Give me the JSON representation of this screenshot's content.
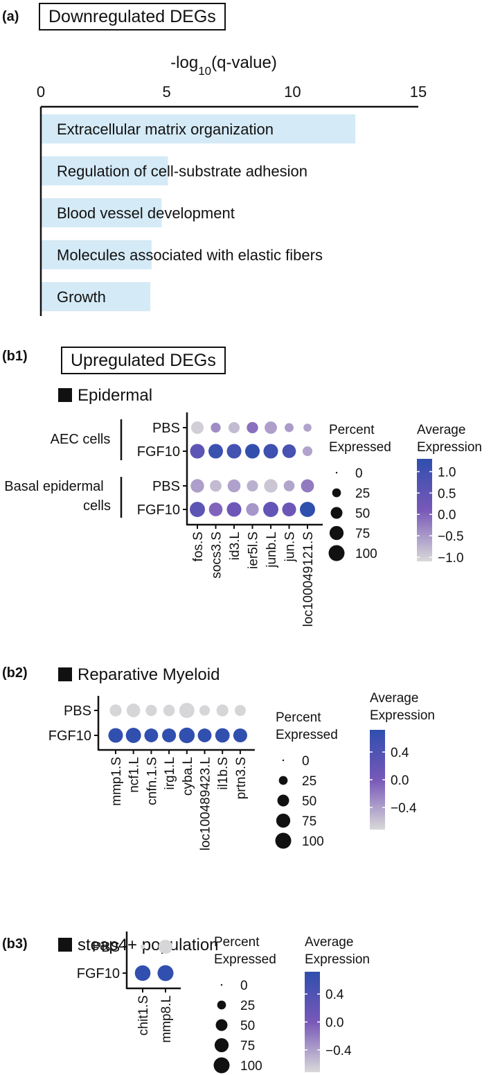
{
  "panel_a": {
    "letter": "(a)",
    "box_title": "Downregulated DEGs",
    "chart_data": {
      "type": "bar",
      "orientation": "horizontal",
      "title": "",
      "xlabel": "-log10(q-value)",
      "xlim": [
        0,
        15
      ],
      "xticks": [
        0,
        5,
        10,
        15
      ],
      "categories": [
        "Extracellular matrix organization",
        "Regulation of cell-substrate adhesion",
        "Blood vessel development",
        "Molecules associated with elastic fibers",
        "Growth"
      ],
      "values": [
        12.5,
        5.05,
        4.8,
        4.4,
        4.35
      ],
      "bar_color": "#d4eaf6"
    }
  },
  "panel_b1": {
    "letter": "(b1)",
    "box_title": "Upregulated DEGs",
    "subtitle": "Epidermal",
    "group_labels": [
      {
        "label": [
          "AEC cells"
        ]
      },
      {
        "label": [
          "Basal epidermal",
          "cells"
        ]
      }
    ],
    "chart_data": {
      "type": "dot",
      "genes": [
        "fos.S",
        "socs3.S",
        "id3.L",
        "ier5l.S",
        "junb.L",
        "jun.S",
        "loc100049121.S"
      ],
      "rows": [
        {
          "group": "AEC cells",
          "condition": "PBS",
          "pct": [
            58,
            33,
            44,
            46,
            56,
            26,
            20
          ],
          "avg_exp": [
            -1.0,
            -0.38,
            -0.82,
            -0.12,
            -0.55,
            -0.52,
            -0.6
          ]
        },
        {
          "group": "AEC cells",
          "condition": "FGF10",
          "pct": [
            82,
            82,
            82,
            82,
            82,
            70,
            32
          ],
          "avg_exp": [
            0.55,
            1.1,
            0.95,
            1.25,
            1.05,
            0.9,
            -0.6
          ]
        },
        {
          "group": "Basal epidermal cells",
          "condition": "PBS",
          "pct": [
            68,
            48,
            62,
            45,
            68,
            42,
            64
          ],
          "avg_exp": [
            -0.55,
            -0.82,
            -0.58,
            -0.72,
            -0.92,
            -0.62,
            -0.22
          ]
        },
        {
          "group": "Basal epidermal cells",
          "condition": "FGF10",
          "pct": [
            90,
            70,
            82,
            60,
            90,
            74,
            90
          ],
          "avg_exp": [
            0.55,
            0.0,
            0.25,
            -0.48,
            0.45,
            0.3,
            1.3
          ]
        }
      ],
      "size_legend": {
        "title": [
          "Percent",
          "Expressed"
        ],
        "values": [
          0,
          25,
          50,
          75,
          100
        ]
      },
      "color_legend": {
        "title": [
          "Average",
          "Expression"
        ],
        "range": [
          -1.1,
          1.3
        ],
        "ticks": [
          {
            "v": 1.0,
            "label": "1.0"
          },
          {
            "v": 0.5,
            "label": "0.5"
          },
          {
            "v": 0.0,
            "label": "0.0"
          },
          {
            "v": -0.5,
            "label": "−0.5"
          },
          {
            "v": -1.0,
            "label": "−1.0"
          }
        ]
      },
      "low_color": "#d9d9d9",
      "mid_color": "#7858b8",
      "high_color": "#2f4fae"
    }
  },
  "panel_b2": {
    "letter": "(b2)",
    "subtitle": "Reparative Myeloid",
    "chart_data": {
      "type": "dot",
      "genes": [
        "mmp1.S",
        "ncf1.L",
        "cnfn.1.S",
        "irg1.L",
        "cyba.L",
        "loc100489423.L",
        "il1b.S",
        "prtn3.S"
      ],
      "rows": [
        {
          "condition": "PBS",
          "pct": [
            52,
            70,
            45,
            48,
            90,
            38,
            52,
            44
          ],
          "avg_exp": [
            -0.7,
            -0.7,
            -0.7,
            -0.7,
            -0.7,
            -0.7,
            -0.7,
            -0.7
          ]
        },
        {
          "condition": "FGF10",
          "pct": [
            82,
            90,
            72,
            74,
            96,
            72,
            80,
            74
          ],
          "avg_exp": [
            0.7,
            0.7,
            0.7,
            0.7,
            0.7,
            0.7,
            0.7,
            0.7
          ]
        }
      ],
      "size_legend": {
        "title": [
          "Percent",
          "Expressed"
        ],
        "values": [
          0,
          25,
          50,
          75,
          100
        ]
      },
      "color_legend": {
        "title": [
          "Average",
          "Expression"
        ],
        "range": [
          -0.72,
          0.72
        ],
        "ticks": [
          {
            "v": 0.4,
            "label": "0.4"
          },
          {
            "v": 0.0,
            "label": "0.0"
          },
          {
            "v": -0.4,
            "label": "−0.4"
          }
        ]
      },
      "low_color": "#d9d9d9",
      "mid_color": "#7858b8",
      "high_color": "#2f4fae"
    }
  },
  "panel_b3": {
    "letter": "(b3)",
    "subtitle": "steap4+ population",
    "chart_data": {
      "type": "dot",
      "genes": [
        "chit1.S",
        "mmp8.L"
      ],
      "rows": [
        {
          "condition": "PBS",
          "pct": [
            4,
            76
          ],
          "avg_exp": [
            -0.7,
            -0.7
          ]
        },
        {
          "condition": "FGF10",
          "pct": [
            96,
            100
          ],
          "avg_exp": [
            0.7,
            0.7
          ]
        }
      ],
      "size_legend": {
        "title": [
          "Percent",
          "Expressed"
        ],
        "values": [
          0,
          25,
          50,
          75,
          100
        ]
      },
      "color_legend": {
        "title": [
          "Average",
          "Expression"
        ],
        "range": [
          -0.72,
          0.72
        ],
        "ticks": [
          {
            "v": 0.4,
            "label": "0.4"
          },
          {
            "v": 0.0,
            "label": "0.0"
          },
          {
            "v": -0.4,
            "label": "−0.4"
          }
        ]
      },
      "low_color": "#d9d9d9",
      "mid_color": "#7858b8",
      "high_color": "#2f4fae"
    }
  }
}
